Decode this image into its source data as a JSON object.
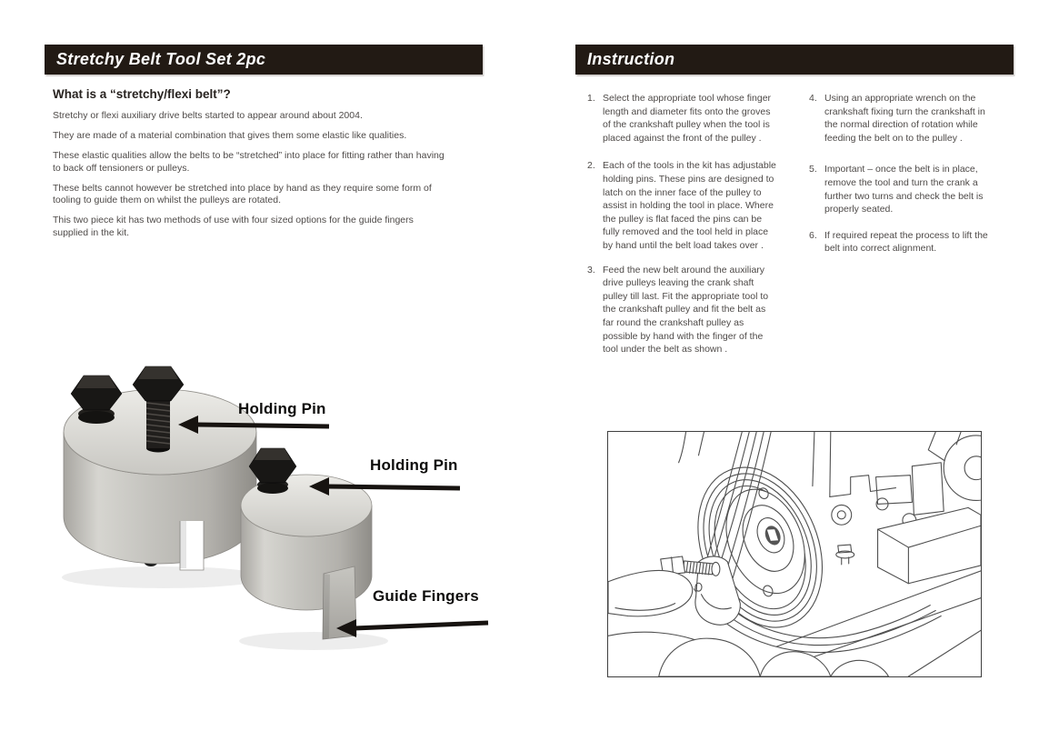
{
  "colors": {
    "header_bar": "#221a14",
    "body_text": "#4e4a48",
    "heading_text": "#282320",
    "label_text": "#0d0c0b"
  },
  "left_panel": {
    "header": "Stretchy Belt Tool Set 2pc",
    "heading": "What is a “stretchy/flexi belt”?",
    "paragraphs": [
      "Stretchy or flexi auxiliary drive belts started to appear around about 2004.",
      "They are made of a material combination that gives them some elastic like qualities.",
      "These elastic qualities allow the belts to be “stretched” into place for fitting rather than having to back off tensioners or pulleys.",
      "These belts cannot however be stretched into place by hand as they require some form of tooling to guide them on whilst the pulleys are rotated.",
      "This two piece kit has two methods of use with four sized options for the guide fingers supplied in the kit."
    ],
    "photo_labels": [
      "Holding Pin",
      "Holding Pin",
      "Guide Fingers"
    ]
  },
  "right_panel": {
    "header": "Instruction",
    "steps": [
      {
        "n": "1.",
        "text": "Select the appropriate tool whose finger length and diameter fits onto the groves of the crankshaft pulley when the tool is placed against the front of the pulley ."
      },
      {
        "n": "2.",
        "text": "Each of the tools in the kit has adjustable holding pins. These pins are designed to latch on the inner face of the pulley to assist in holding the tool in place. Where the pulley is flat faced the pins can be fully removed and the tool held in place by hand until the belt load takes over ."
      },
      {
        "n": "3.",
        "text": "Feed the new belt around the auxiliary drive pulleys leaving the crank shaft pulley till last. Fit the appropriate tool to the crankshaft pulley and fit the belt as far round the crankshaft pulley as possible by hand with the finger of the tool under the belt as shown ."
      },
      {
        "n": "4.",
        "text": "Using an appropriate wrench on the crankshaft fixing turn the crankshaft in the normal direction of rotation while feeding the belt on to the pulley ."
      },
      {
        "n": "5.",
        "text": "Important – once the belt is in place, remove the tool and turn the crank a further two turns and check the belt is properly seated."
      },
      {
        "n": "6.",
        "text": "If required repeat the process to lift the belt into correct alignment."
      }
    ]
  }
}
